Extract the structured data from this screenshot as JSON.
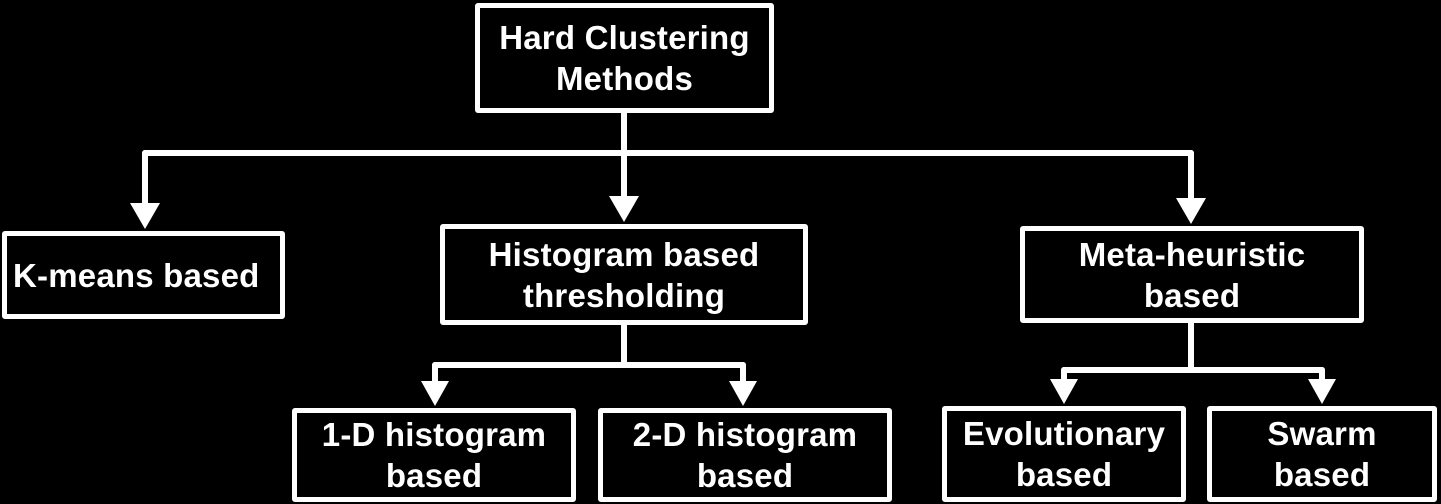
{
  "diagram": {
    "root": {
      "label": "Hard Clustering\nMethods"
    },
    "level1": [
      {
        "id": "kmeans",
        "label": "K-means based"
      },
      {
        "id": "hist",
        "label": "Histogram based\nthresholding"
      },
      {
        "id": "meta",
        "label": "Meta-heuristic\nbased"
      }
    ],
    "level2": [
      {
        "id": "hist1d",
        "parent": "hist",
        "label": "1-D histogram\nbased"
      },
      {
        "id": "hist2d",
        "parent": "hist",
        "label": "2-D histogram\nbased"
      },
      {
        "id": "evo",
        "parent": "meta",
        "label": "Evolutionary\nbased"
      },
      {
        "id": "swarm",
        "parent": "meta",
        "label": "Swarm\nbased"
      }
    ],
    "colors": {
      "background": "#000000",
      "stroke": "#ffffff",
      "text": "#ffffff"
    }
  }
}
